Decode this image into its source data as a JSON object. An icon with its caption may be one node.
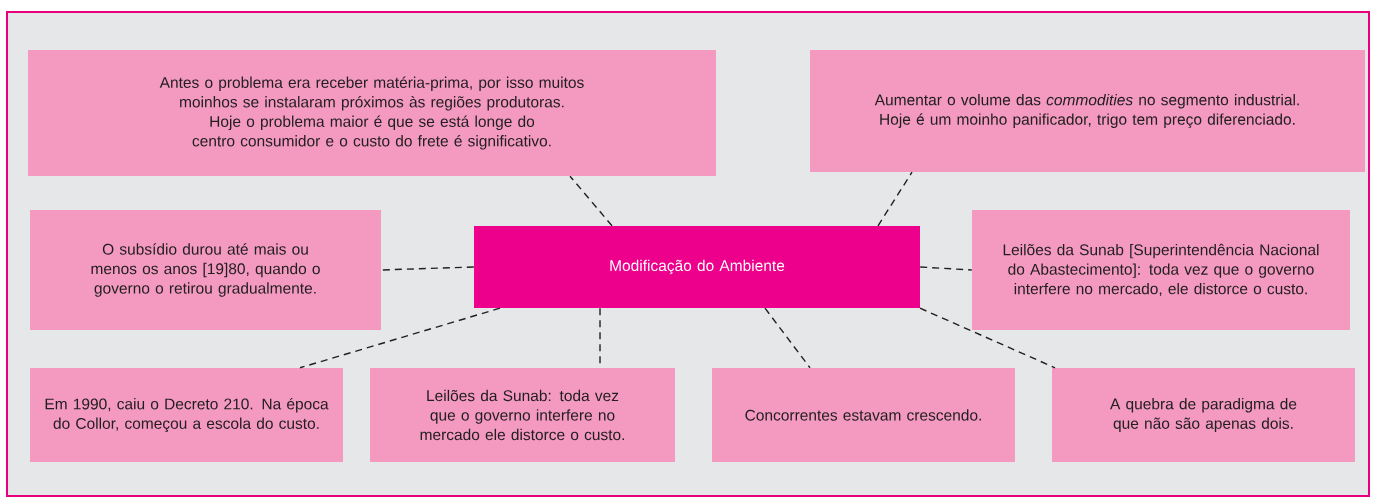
{
  "diagram": {
    "nodes": [
      {
        "text": [
          "Modificação do Ambiente"
        ]
      },
      {
        "text": [
          "Antes o problema era receber matéria-prima, por isso muitos moinhos se instalaram próximos às regiões produtoras.",
          "Hoje o problema maior é que se está longe do centro consumidor e o custo do frete é significativo."
        ]
      },
      {
        "text": [
          "Aumentar o volume das *commodities* no segmento industrial. Hoje é um moinho panificador, trigo tem preço diferenciado."
        ]
      },
      {
        "text": [
          "O subsídio durou até mais ou menos os anos [19]80, quando o governo o retirou gradualmente."
        ]
      },
      {
        "text": [
          "Leilões da Sunab [Superintendência Nacional do Abastecimento]: toda vez que o governo interfere no mercado, ele distorce o custo."
        ]
      },
      {
        "text": [
          "Em 1990, caiu o Decreto 210. Na época do Collor, começou a escola do custo."
        ]
      },
      {
        "text": [
          "Leilões da Sunab: toda vez que o governo interfere no mercado ele distorce o custo."
        ]
      },
      {
        "text": [
          "Concorrentes estavam crescendo."
        ]
      },
      {
        "text": [
          "A quebra de paradigma de que não são apenas dois."
        ]
      }
    ],
    "edges": [
      {
        "from": 0,
        "to": 1,
        "arrow": "none",
        "style": "dashed"
      },
      {
        "from": 0,
        "to": 2,
        "arrow": "none",
        "style": "dashed"
      },
      {
        "from": 0,
        "to": 3,
        "arrow": "none",
        "style": "dashed"
      },
      {
        "from": 0,
        "to": 4,
        "arrow": "none",
        "style": "dashed"
      },
      {
        "from": 0,
        "to": 5,
        "arrow": "none",
        "style": "dashed"
      },
      {
        "from": 0,
        "to": 6,
        "arrow": "none",
        "style": "dashed"
      },
      {
        "from": 0,
        "to": 7,
        "arrow": "none",
        "style": "dashed"
      },
      {
        "from": 0,
        "to": 8,
        "arrow": "none",
        "style": "dashed"
      }
    ]
  }
}
